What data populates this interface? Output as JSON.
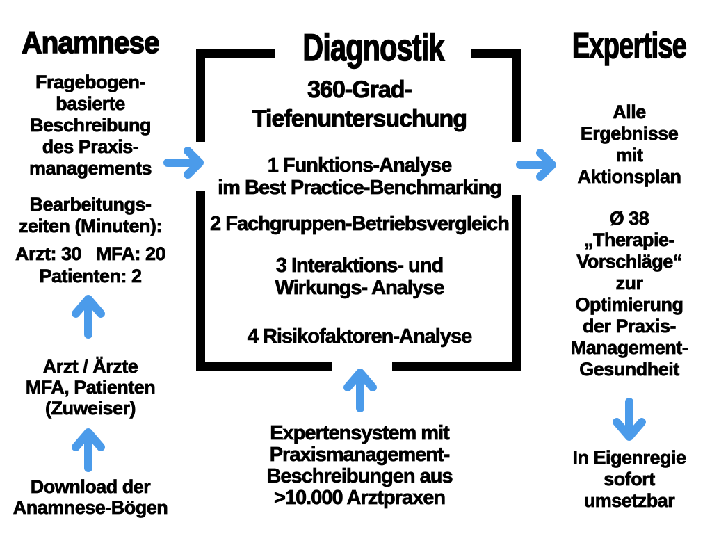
{
  "colors": {
    "background": "#ffffff",
    "text": "#000000",
    "frame": "#000000",
    "arrow_blue": "#4B9BEA"
  },
  "columns": {
    "left": {
      "title": "Anamnese",
      "description": "Fragebogen-\nbasierte\nBeschreibung\ndes Praxis-\nmanagements",
      "processing_times_heading": "Bearbeitungs-\nzeiten (Minuten):",
      "processing_times_values": "Arzt: 30   MFA: 20\nPatienten: 2",
      "participants": "Arzt / Ärzte\nMFA, Patienten\n(Zuweiser)",
      "download": "Download der\nAnamnese-Bögen"
    },
    "middle": {
      "title": "Diagnostik",
      "subtitle": "360-Grad-\nTiefenuntersuchung",
      "items": [
        "1 Funktions-Analyse\nim Best Practice-Benchmarking",
        "2 Fachgruppen-Betriebsvergleich",
        "3 Interaktions- und\nWirkungs- Analyse",
        "4 Risikofaktoren-Analyse"
      ],
      "expert_system": "Expertensystem mit\nPraxismanagement-\nBeschreibungen aus\n>10.000 Arztpraxen"
    },
    "right": {
      "title": "Expertise",
      "results": "Alle\nErgebnisse\nmit\nAktionsplan",
      "therapy_proposals": "Ø 38\n„Therapie-\nVorschläge“\nzur\nOptimierung\nder Praxis-\nManagement-\nGesundheit",
      "implementation": "In Eigenregie\nsofort\numsetzbar"
    }
  }
}
